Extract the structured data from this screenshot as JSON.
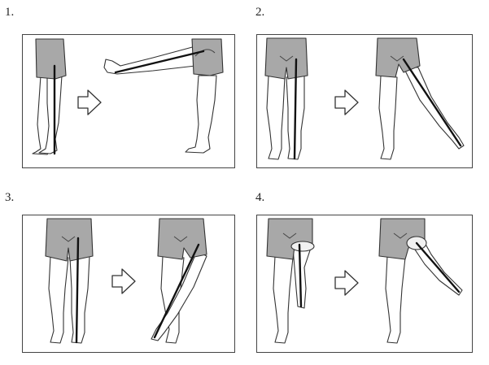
{
  "panels": [
    {
      "number": "1."
    },
    {
      "number": "2."
    },
    {
      "number": "3."
    },
    {
      "number": "4."
    }
  ],
  "colors": {
    "shorts": "#a8a8a8",
    "border": "#444444",
    "axis_line": "#111111"
  },
  "icons": {
    "arrow": "right-arrow-icon"
  }
}
